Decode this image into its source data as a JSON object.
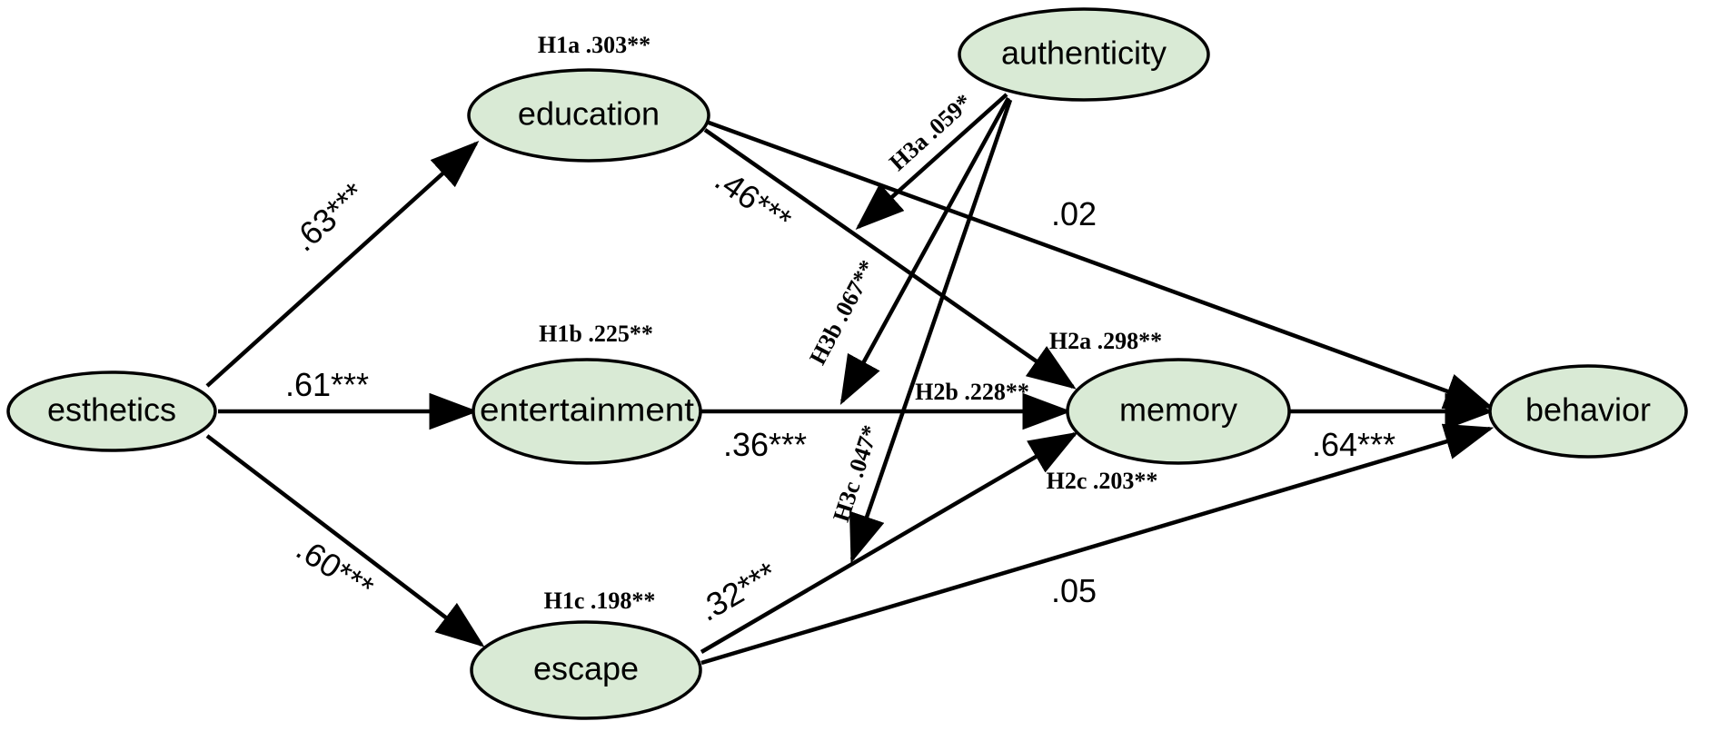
{
  "colors": {
    "node_fill": "#d9ead5",
    "stroke": "#000000",
    "background": "#ffffff"
  },
  "nodes": {
    "esthetics": "esthetics",
    "education": "education",
    "entertainment": "entertainment",
    "escape": "escape",
    "authenticity": "authenticity",
    "memory": "memory",
    "behavior": "behavior"
  },
  "paths": {
    "esthetics_education": ".63***",
    "esthetics_entertainment": ".61***",
    "esthetics_escape": ".60***",
    "education_memory": ".46***",
    "education_behavior": ".02",
    "entertainment_memory": ".36***",
    "escape_memory": ".32***",
    "escape_behavior": ".05",
    "memory_behavior": ".64***"
  },
  "hypotheses": {
    "h1a": "H1a .303**",
    "h1b": "H1b .225**",
    "h1c": "H1c .198**",
    "h2a": "H2a .298**",
    "h2b": "H2b .228**",
    "h2c": "H2c .203**",
    "h3a": "H3a .059*",
    "h3b": "H3b .067**",
    "h3c": "H3c .047*"
  }
}
